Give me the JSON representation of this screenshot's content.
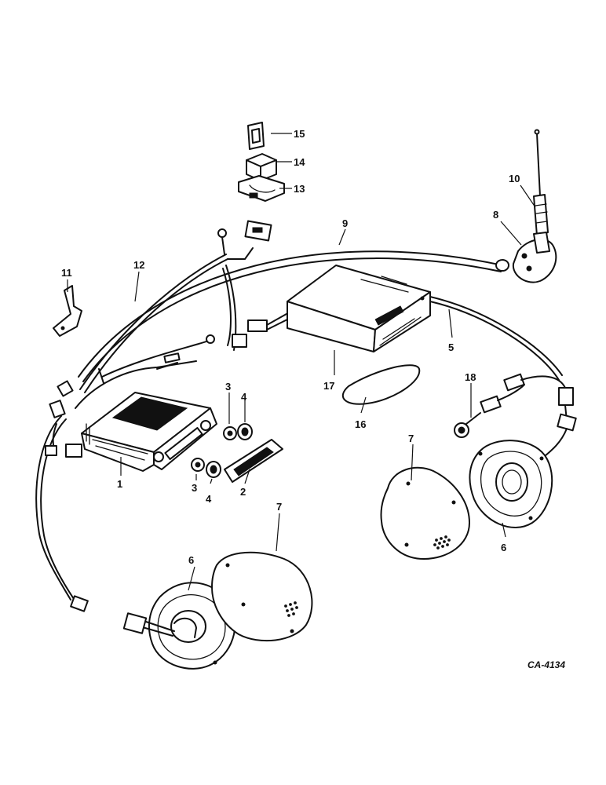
{
  "callouts": {
    "c1": "1",
    "c2": "2",
    "c3a": "3",
    "c3b": "3",
    "c4a": "4",
    "c4b": "4",
    "c5": "5",
    "c6a": "6",
    "c6b": "6",
    "c7a": "7",
    "c7b": "7",
    "c8": "8",
    "c9": "9",
    "c10": "10",
    "c11": "11",
    "c12": "12",
    "c13": "13",
    "c14": "14",
    "c15": "15",
    "c16": "16",
    "c17": "17",
    "c18": "18"
  },
  "drawing_code": "CA-4134"
}
